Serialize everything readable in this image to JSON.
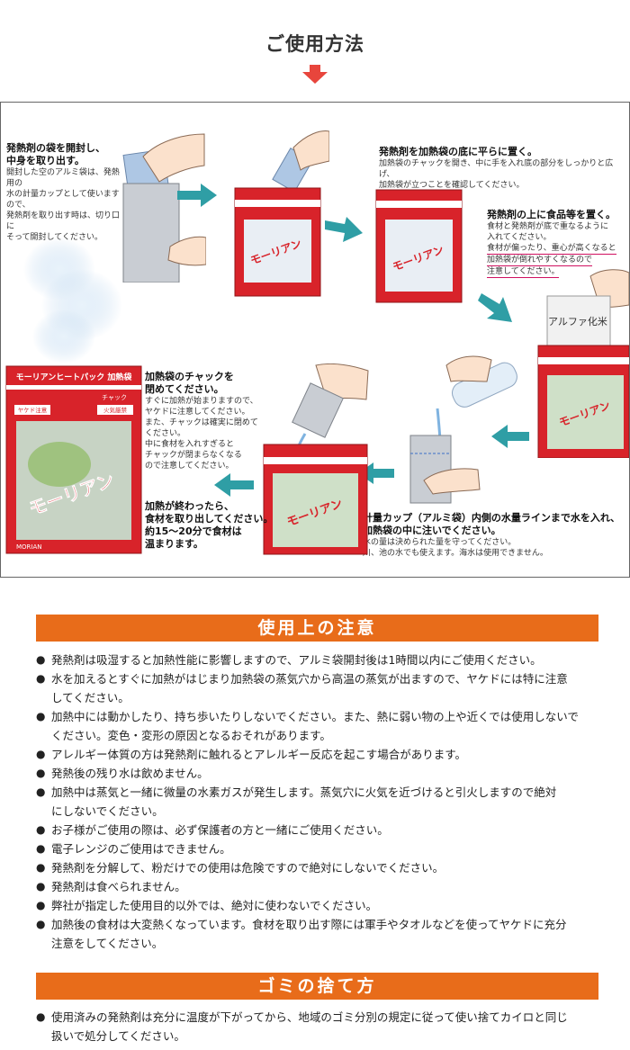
{
  "header": {
    "title": "ご使用方法",
    "arrow_icon": "down-arrow-icon",
    "arrow_color": "#e8453c"
  },
  "steps": {
    "step1": {
      "heading": [
        "発熱剤の袋を開封し、",
        "中身を取り出す。"
      ],
      "body": [
        "開封した空のアルミ袋は、発熱用の",
        "水の計量カップとして使いますので、",
        "発熱剤を取り出す時は、切り口に",
        "そって開封してください。"
      ]
    },
    "step2": {
      "heading": "発熱剤を加熱袋の底に平らに置く。",
      "body": [
        "加熱袋のチャックを開き、中に手を入れ底の部分をしっかりと広げ、",
        "加熱袋が立つことを確認してください。"
      ]
    },
    "step3": {
      "heading": "発熱剤の上に食品等を置く。",
      "body": [
        "食材と発熱剤が底で重なるように",
        "入れてください。"
      ],
      "warning": [
        "食材が偏ったり、重心が高くなると",
        "加熱袋が倒れやすくなるので",
        "注意してください。"
      ]
    },
    "step4": {
      "heading": "計量カップ（アルミ袋）内側の水量ラインまで水を入れ、",
      "heading2": "加熱袋の中に注いでください。",
      "body": [
        "水の量は決められた量を守ってください。",
        "川、池の水でも使えます。海水は使用できません。"
      ]
    },
    "step5": {
      "heading": [
        "加熱袋のチャックを",
        "閉めてください。"
      ],
      "body": [
        "すぐに加熱が始まりますので、",
        "ヤケドに注意してください。",
        "また、チャックは確実に閉めて",
        "ください。",
        "中に食材を入れすぎると",
        "チャックが閉まらなくなる",
        "ので注意してください。"
      ]
    },
    "step6": {
      "heading": [
        "加熱が終わったら、",
        "食材を取り出してください。",
        "約15～20分で食材は",
        "温まります。"
      ]
    }
  },
  "illustrations": {
    "bag_brand": "モーリアンヒートパック",
    "bag_brand_short": "モーリアンヒートパック 加熱袋",
    "bag_label_left": "ヤケド注意",
    "bag_label_right": "火気厳禁",
    "bag_zipper": "チャック",
    "rice_pack_label": "アルファ化米",
    "logo_text": "MORIAN",
    "accent_red": "#d8232a",
    "arrow_teal": "#2f9ea5"
  },
  "cautions": {
    "title": "使用上の注意",
    "items": [
      [
        "発熱剤は吸湿すると加熱性能に影響しますので、アルミ袋開封後は1時間以内にご使用ください。"
      ],
      [
        "水を加えるとすぐに加熱がはじまり加熱袋の蒸気穴から高温の蒸気が出ますので、ヤケドには特に注意",
        "してください。"
      ],
      [
        "加熱中には動かしたり、持ち歩いたりしないでください。また、熱に弱い物の上や近くでは使用しないで",
        "ください。変色・変形の原因となるおそれがあります。"
      ],
      [
        "アレルギー体質の方は発熱剤に触れるとアレルギー反応を起こす場合があります。"
      ],
      [
        "発熱後の残り水は飲めません。"
      ],
      [
        "加熱中は蒸気と一緒に微量の水素ガスが発生します。蒸気穴に火気を近づけると引火しますので絶対",
        "にしないでください。"
      ],
      [
        "お子様がご使用の際は、必ず保護者の方と一緒にご使用ください。"
      ],
      [
        "電子レンジのご使用はできません。"
      ],
      [
        "発熱剤を分解して、粉だけでの使用は危険ですので絶対にしないでください。"
      ],
      [
        "発熱剤は食べられません。"
      ],
      [
        "弊社が指定した使用目的以外では、絶対に使わないでください。"
      ],
      [
        "加熱後の食材は大変熱くなっています。食材を取り出す際には軍手やタオルなどを使ってヤケドに充分",
        "注意をしてください。"
      ]
    ]
  },
  "disposal": {
    "title": "ゴミの捨て方",
    "items": [
      [
        "使用済みの発熱剤は充分に温度が下がってから、地域のゴミ分別の規定に従って使い捨てカイロと同じ",
        "扱いで処分してください。"
      ]
    ]
  },
  "bullet": "●",
  "banner_color": "#e86c1a"
}
